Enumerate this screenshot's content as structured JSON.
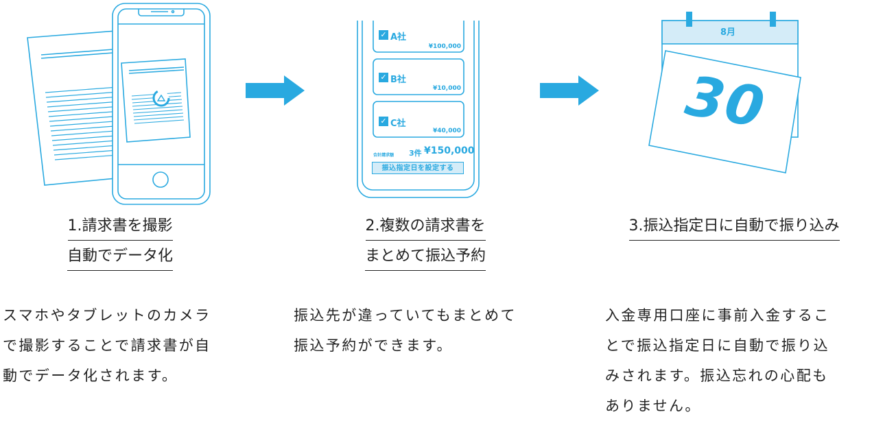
{
  "accent_color": "#29a9e0",
  "steps": [
    {
      "title_lines": [
        "1.請求書を撮影",
        "自動でデータ化"
      ],
      "description": "スマホやタブレットのカメラ\nで撮影することで請求書が自\n動でデータ化されます。",
      "illustration": "phone-scanning-invoice"
    },
    {
      "title_lines": [
        "2.複数の請求書を",
        "まとめて振込予約"
      ],
      "description": "振込先が違っていてもまとめて\n振込予約ができます。",
      "illustration": "phone-invoice-list",
      "invoices": [
        {
          "name": "A社",
          "amount": "¥100,000"
        },
        {
          "name": "B社",
          "amount": "¥10,000"
        },
        {
          "name": "C社",
          "amount": "¥40,000"
        }
      ],
      "total_label": "合計請求額",
      "total_count": "3件",
      "total_amount": "¥150,000",
      "schedule_button": "振込指定日を設定する"
    },
    {
      "title_lines": [
        "3.振込指定日に自動で振り込み"
      ],
      "description": "入金専用口座に事前入金するこ\nとで振込指定日に自動で振り込\nみされます。振込忘れの心配も\nありません。",
      "illustration": "calendar",
      "calendar_month": "8月",
      "calendar_day": "30"
    }
  ],
  "arrows": [
    "right-arrow",
    "right-arrow"
  ]
}
